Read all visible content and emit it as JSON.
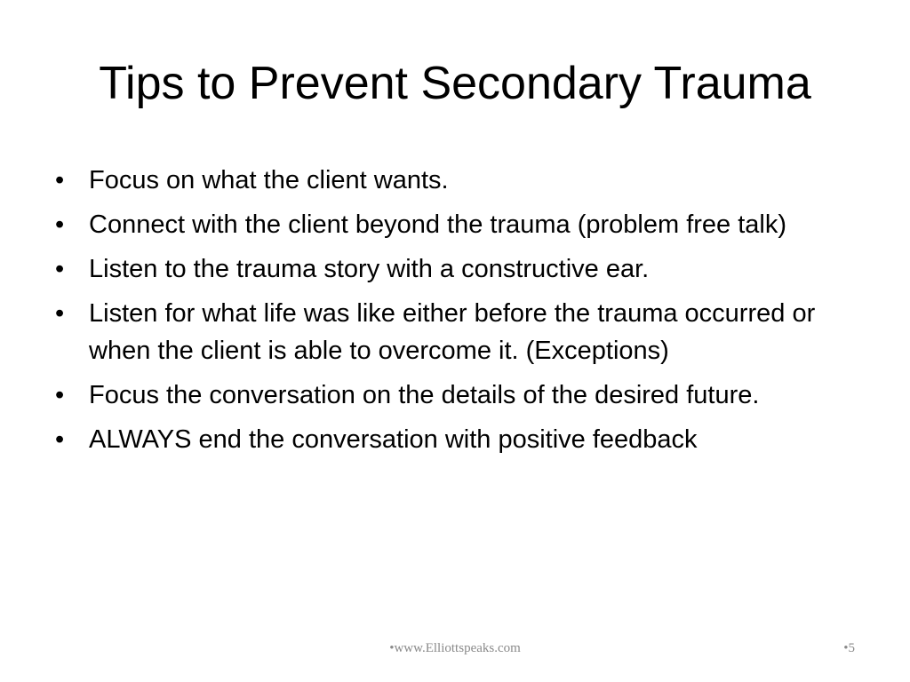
{
  "slide": {
    "title": "Tips to Prevent Secondary Trauma",
    "bullet_symbol": "•",
    "bullets": [
      "Focus on what the client wants.",
      "Connect with the client beyond the trauma (problem free talk)",
      "Listen to the trauma story with a constructive ear.",
      "Listen for what life was like either before the trauma occurred or when the client is able to overcome it. (Exceptions)",
      "Focus the conversation on the details of the desired future.",
      "ALWAYS end the conversation with positive feedback"
    ],
    "footer": {
      "website": "•www.Elliottspeaks.com",
      "page_number": "•5"
    }
  },
  "colors": {
    "background": "#ffffff",
    "text": "#000000",
    "footer_text": "#8a8a8a"
  }
}
